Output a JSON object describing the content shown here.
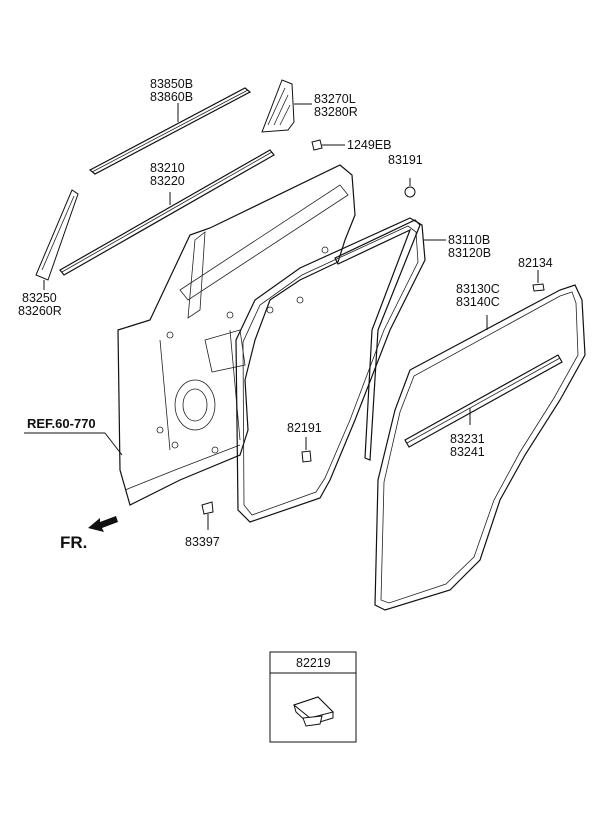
{
  "labels": {
    "molding_a": "83850B",
    "molding_b": "83860B",
    "garnish_a": "83270L",
    "garnish_b": "83280R",
    "screw": "1249EB",
    "weatherstrip_belt_a": "83210",
    "weatherstrip_belt_b": "83220",
    "plug_top": "83191",
    "seal_a": "83110B",
    "seal_b": "83120B",
    "clip": "82134",
    "delta_a": "83250",
    "delta_b": "83260R",
    "strip_a": "83130C",
    "strip_b": "83140C",
    "plug_mid": "82191",
    "ref": "REF.60-770",
    "inner_a": "83231",
    "inner_b": "83241",
    "fr": "FR.",
    "pad": "83397",
    "box_part": "82219"
  },
  "colors": {
    "line": "#111111",
    "background": "#ffffff"
  }
}
